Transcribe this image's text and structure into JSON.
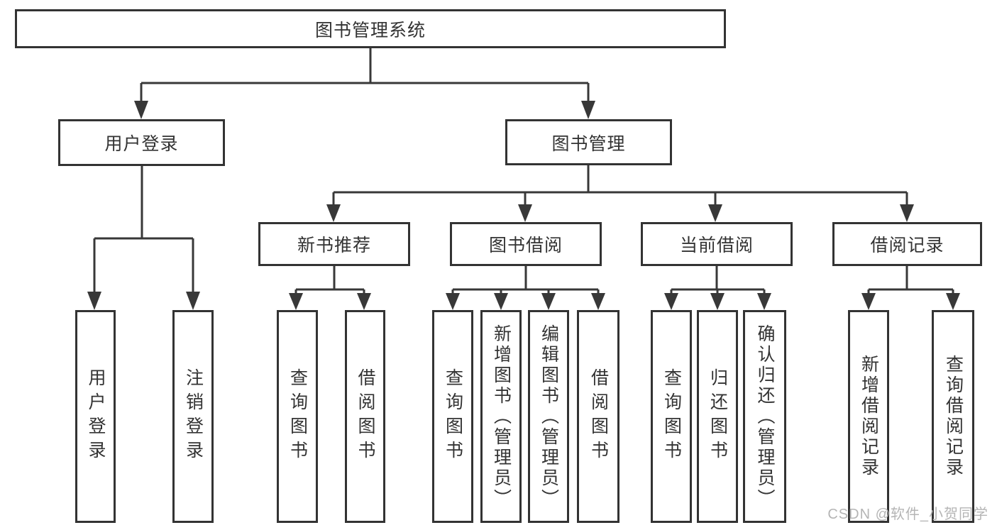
{
  "diagram": {
    "root": "图书管理系统",
    "user_login": {
      "label": "用户登录",
      "children": [
        "用户登录",
        "注销登录"
      ]
    },
    "book_mgmt": {
      "label": "图书管理",
      "sections": [
        {
          "label": "新书推荐",
          "children": [
            "查询图书",
            "借阅图书"
          ]
        },
        {
          "label": "图书借阅",
          "children": [
            "查询图书",
            "新增图书（管理员）",
            "编辑图书（管理员）",
            "借阅图书"
          ]
        },
        {
          "label": "当前借阅",
          "children": [
            "查询图书",
            "归还图书",
            "确认归还（管理员）"
          ]
        },
        {
          "label": "借阅记录",
          "children": [
            "新增借阅记录",
            "查询借阅记录"
          ]
        }
      ]
    }
  },
  "watermark": "CSDN @软件_小贺同学",
  "colors": {
    "line": "#383838",
    "box_border": "#333333",
    "text": "#333333",
    "watermark": "#b5b5b5",
    "background": "#ffffff"
  }
}
